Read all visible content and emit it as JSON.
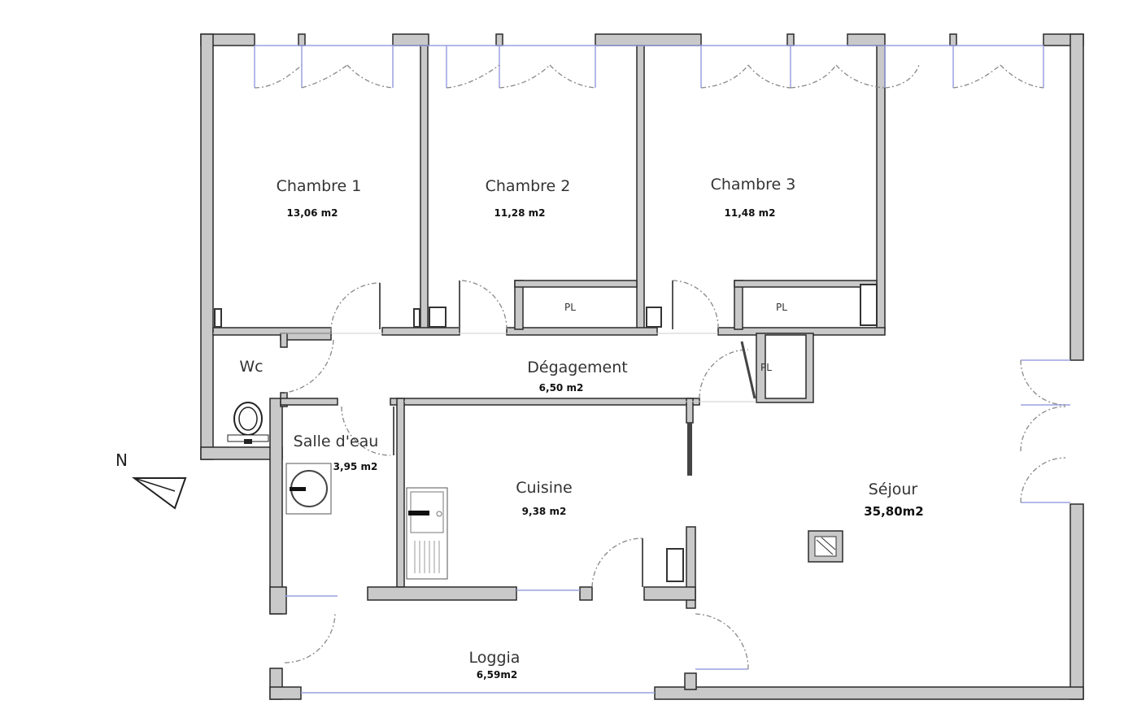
{
  "title": "Plan de l'appartement",
  "rooms": [
    {
      "name": "Chambre 1",
      "area": "13,06 m2"
    },
    {
      "name": "Chambre 2",
      "area": "11,28 m2"
    },
    {
      "name": "Chambre 3",
      "area": "11,48 m2"
    },
    {
      "name": "Dégagement",
      "area": "6,50 m2"
    },
    {
      "name": "Wc"
    },
    {
      "name": "Salle d'eau",
      "area": "3,95 m2"
    },
    {
      "name": "Cuisine",
      "area": "9,38 m2"
    },
    {
      "name": "Séjour",
      "area": "35,80m2"
    },
    {
      "name": "Loggia",
      "area": "6,59m2"
    }
  ],
  "closets": [
    "PL",
    "PL",
    "PL"
  ],
  "compass": {
    "label": "N"
  },
  "colors": {
    "wall": "#c9c9c9",
    "window": "#9aa0e0"
  }
}
